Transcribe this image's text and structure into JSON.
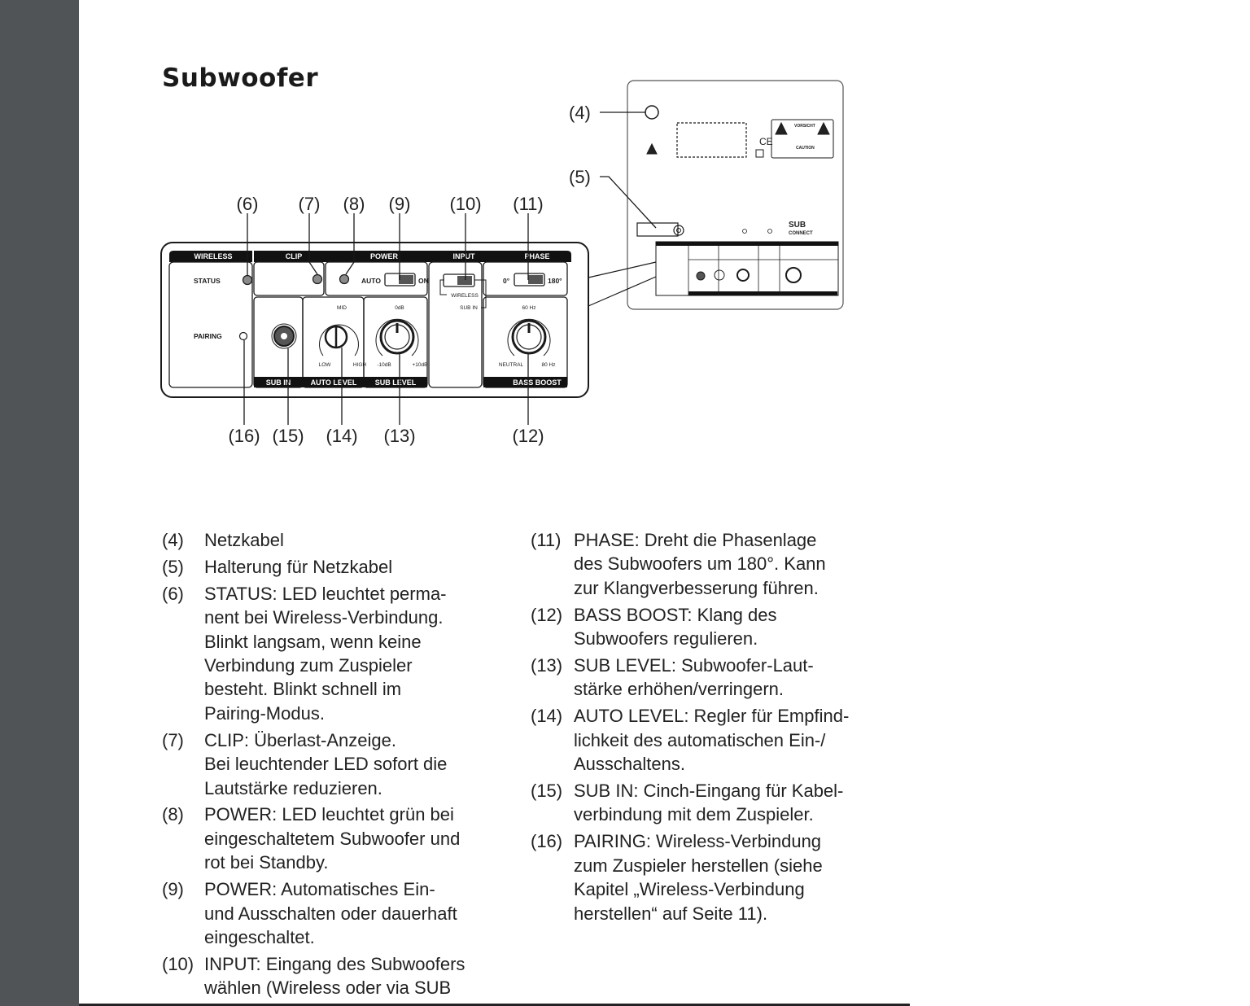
{
  "heading": "Subwoofer",
  "diagram": {
    "callouts": {
      "c4": "(4)",
      "c5": "(5)",
      "c6": "(6)",
      "c7": "(7)",
      "c8": "(8)",
      "c9": "(9)",
      "c10": "(10)",
      "c11": "(11)",
      "c12": "(12)",
      "c13": "(13)",
      "c14": "(14)",
      "c15": "(15)",
      "c16": "(16)"
    },
    "panel": {
      "wireless": "WIRELESS",
      "clip": "CLIP",
      "power": "POWER",
      "input": "INPUT",
      "phase": "PHASE",
      "status": "STATUS",
      "pairing": "PAIRING",
      "auto": "AUTO",
      "on": "ON",
      "input_wireless": "WIRELESS",
      "input_subin": "SUB IN",
      "phase_0": "0°",
      "phase_180": "180°",
      "mid": "MID",
      "low": "LOW",
      "high": "HIGH",
      "odb": "0dB",
      "minus10": "-10dB",
      "plus10": "+10dB",
      "hz60": "60 Hz",
      "neutral": "NEUTRAL",
      "hz80": "80 Hz",
      "sub_in": "SUB IN",
      "auto_level": "AUTO LEVEL",
      "sub_level": "SUB LEVEL",
      "bass_boost": "BASS BOOST"
    },
    "rear": {
      "vorsicht": "VORSICHT",
      "caution": "CAUTION",
      "ce": "CE",
      "logo_sub": "SUB",
      "logo_connect": "CONNECT"
    }
  },
  "descriptions_left": [
    {
      "num": "(4)",
      "lines": [
        "Netzkabel"
      ]
    },
    {
      "num": "(5)",
      "lines": [
        "Halterung für Netzkabel"
      ]
    },
    {
      "num": "(6)",
      "lines": [
        "STATUS: LED leuchtet perma-",
        "nent bei Wireless-Verbindung.",
        "Blinkt langsam, wenn keine",
        "Verbindung zum Zuspieler",
        "besteht. Blinkt schnell im",
        "Pairing-Modus."
      ]
    },
    {
      "num": "(7)",
      "lines": [
        "CLIP: Überlast-Anzeige.",
        "Bei leuchtender LED sofort die",
        "Lautstärke reduzieren."
      ]
    },
    {
      "num": "(8)",
      "lines": [
        "POWER: LED leuchtet grün bei",
        "eingeschaltetem Subwoofer und",
        "rot bei Standby."
      ]
    },
    {
      "num": "(9)",
      "lines": [
        "POWER: Automatisches  Ein-",
        "und Ausschalten oder dauerhaft",
        "eingeschaltet."
      ]
    },
    {
      "num": "(10)",
      "lines": [
        "INPUT: Eingang des Subwoofers",
        "wählen (Wireless oder via SUB"
      ]
    }
  ],
  "descriptions_right": [
    {
      "num": "(11)",
      "lines": [
        "PHASE: Dreht die Phasenlage",
        "des Subwoofers um 180°. Kann",
        "zur Klangverbesserung führen."
      ]
    },
    {
      "num": "(12)",
      "lines": [
        "BASS BOOST: Klang des",
        "Subwoofers regulieren."
      ]
    },
    {
      "num": "(13)",
      "lines": [
        "SUB LEVEL: Subwoofer-Laut-",
        "stärke erhöhen/verringern."
      ]
    },
    {
      "num": "(14)",
      "lines": [
        "AUTO LEVEL: Regler für Empfind-",
        "lichkeit des automatischen Ein-/",
        "Ausschaltens."
      ]
    },
    {
      "num": "(15)",
      "lines": [
        "SUB IN: Cinch-Eingang für Kabel-",
        "verbindung mit dem Zuspieler."
      ]
    },
    {
      "num": "(16)",
      "lines": [
        "PAIRING: Wireless-Verbindung",
        "zum Zuspieler herstellen (siehe",
        "Kapitel „Wireless-Verbindung",
        "herstellen“ auf Seite 11)."
      ]
    }
  ]
}
